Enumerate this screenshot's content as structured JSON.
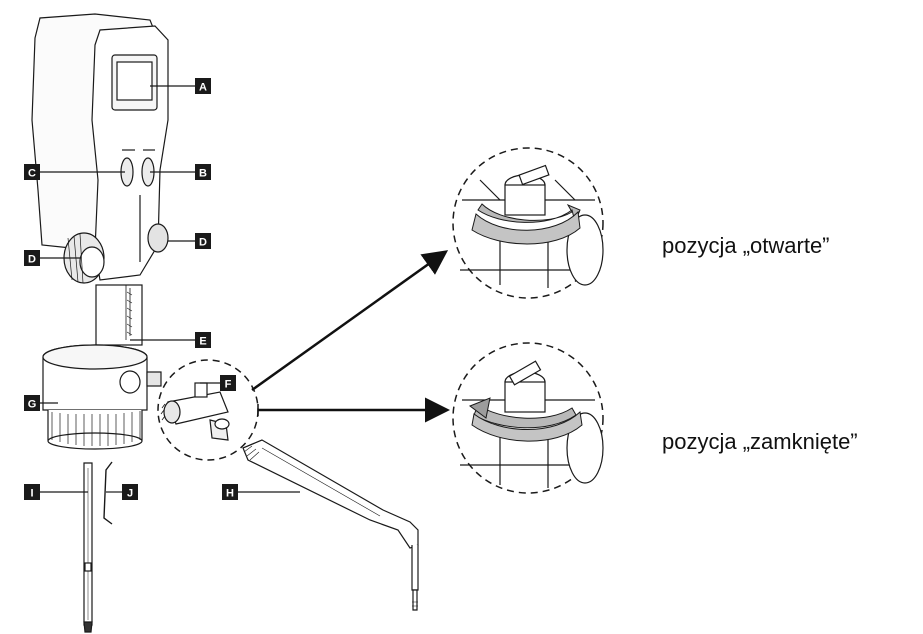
{
  "labels": {
    "A": "A",
    "B": "B",
    "C": "C",
    "D1": "D",
    "D2": "D",
    "E": "E",
    "F": "F",
    "G": "G",
    "H": "H",
    "I": "I",
    "J": "J"
  },
  "captions": {
    "open": "pozycja „otwarte”",
    "closed": "pozycja „zamknięte”"
  },
  "colors": {
    "line": "#1a1a1a",
    "label_bg": "#1a1a1a",
    "arrow_fill": "#b9b9b9"
  }
}
